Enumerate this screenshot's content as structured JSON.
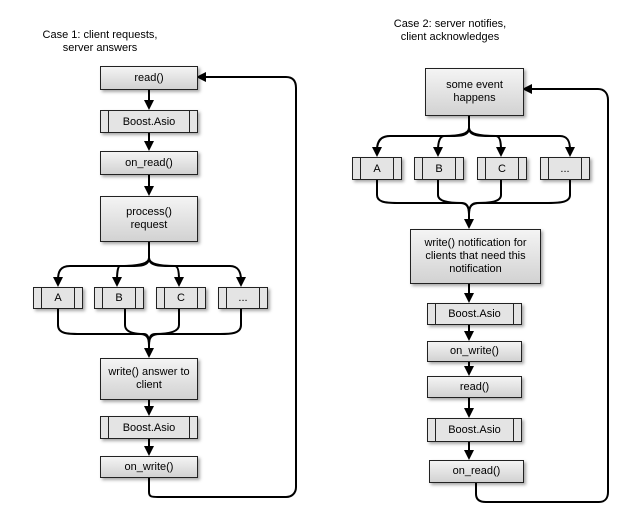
{
  "case1": {
    "title_line1": "Case 1: client requests,",
    "title_line2": "server answers",
    "read": "read()",
    "boost1": "Boost.Asio",
    "on_read": "on_read()",
    "process_line1": "process()",
    "process_line2": "request",
    "branch_a": "A",
    "branch_b": "B",
    "branch_c": "C",
    "branch_more": "...",
    "write_line1": "write() answer to",
    "write_line2": "client",
    "boost2": "Boost.Asio",
    "on_write": "on_write()"
  },
  "case2": {
    "title_line1": "Case 2: server notifies,",
    "title_line2": "client acknowledges",
    "event_line1": "some event",
    "event_line2": "happens",
    "branch_a": "A",
    "branch_b": "B",
    "branch_c": "C",
    "branch_more": "...",
    "notify_line1": "write() notification for",
    "notify_line2": "clients that need this",
    "notify_line3": "notification",
    "boost1": "Boost.Asio",
    "on_write": "on_write()",
    "read": "read()",
    "boost2": "Boost.Asio",
    "on_read": "on_read()"
  }
}
